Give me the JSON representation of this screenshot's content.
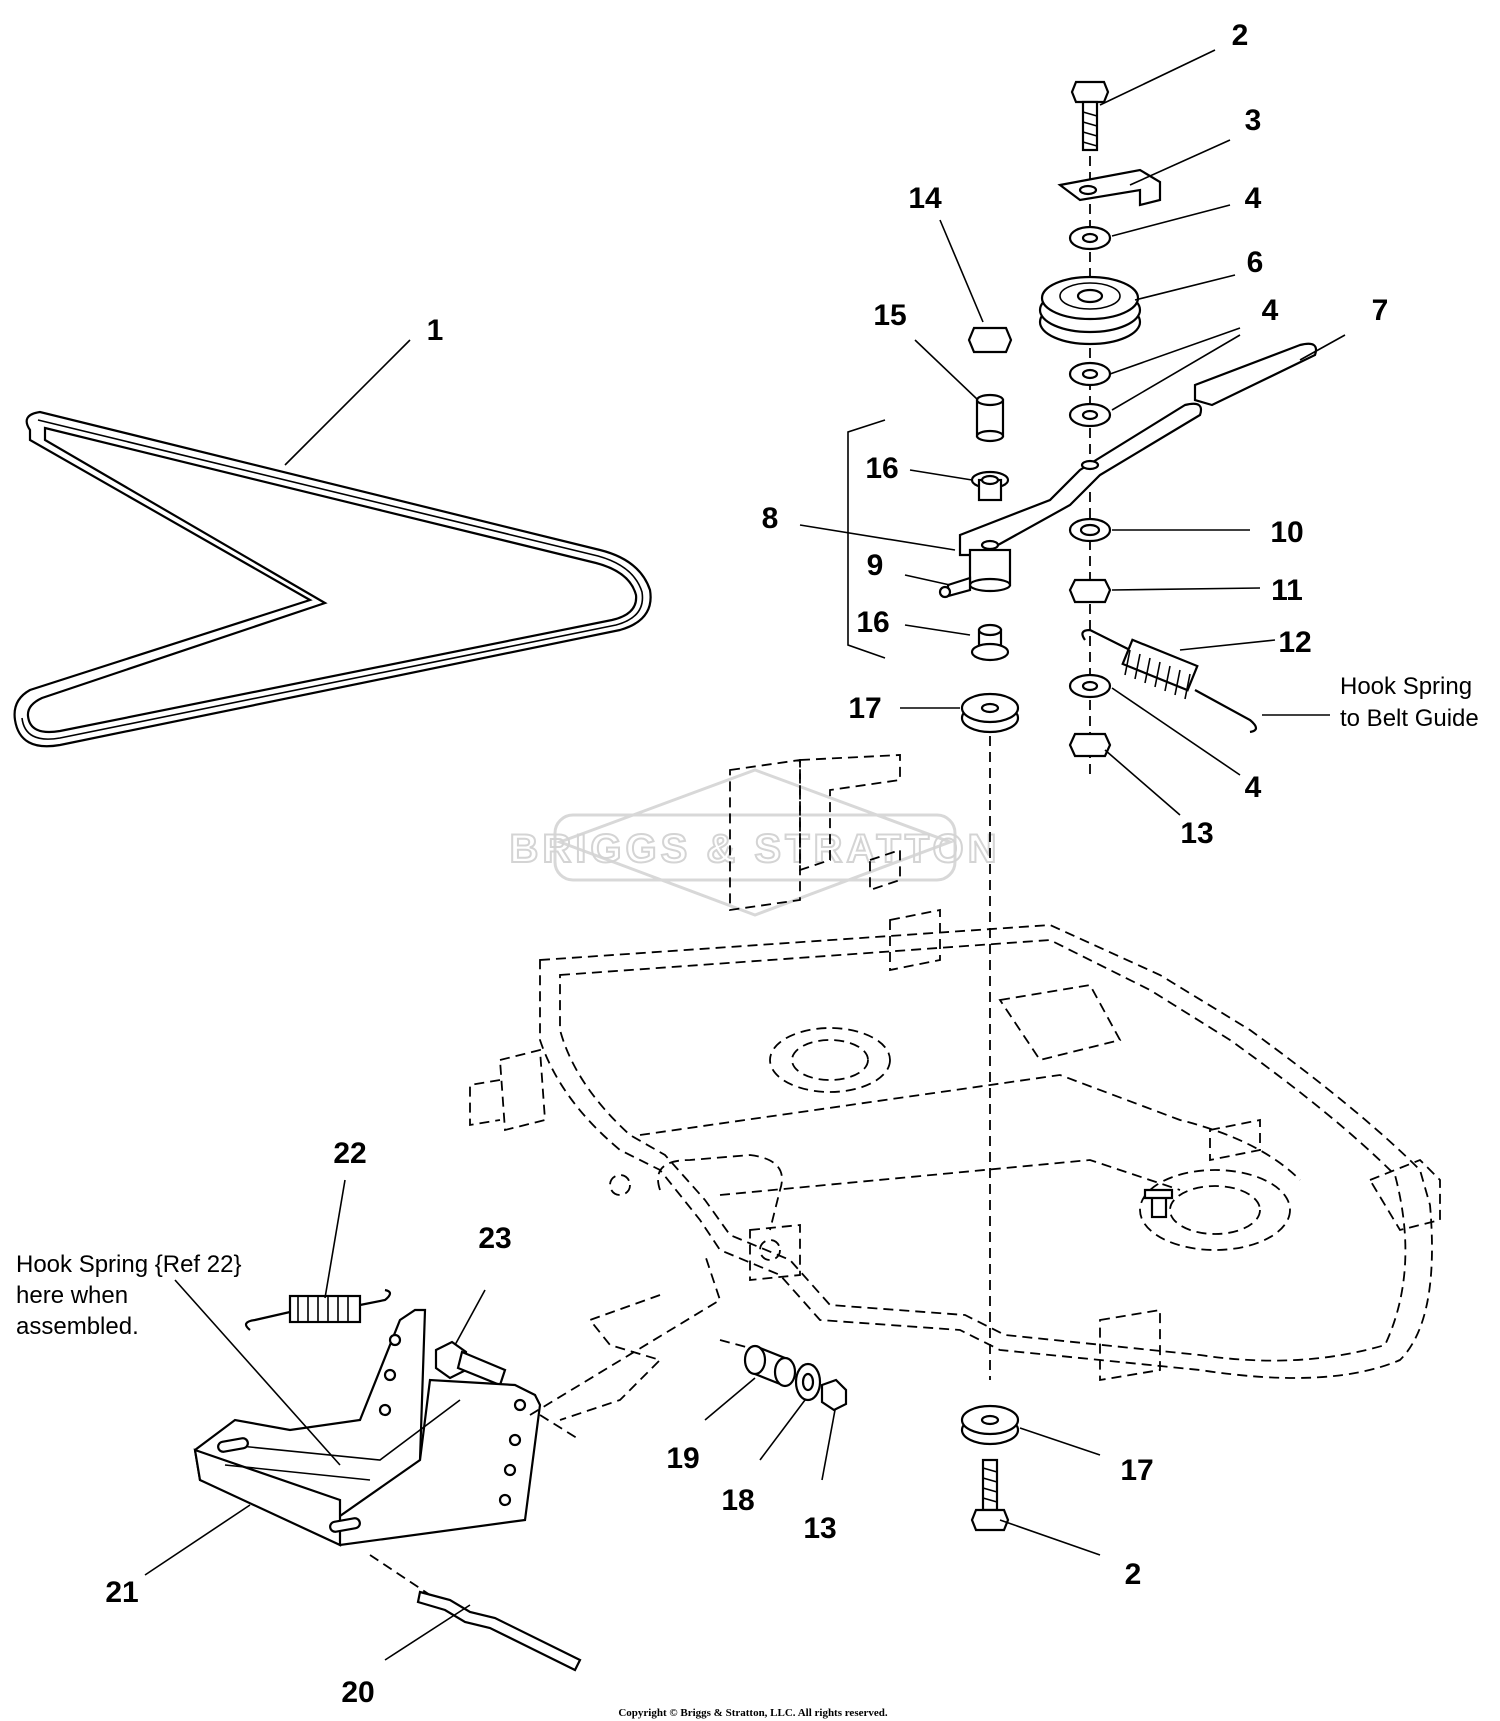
{
  "callouts": {
    "c1": "1",
    "c2_top": "2",
    "c2_bottom": "2",
    "c3": "3",
    "c4_a": "4",
    "c4_b": "4",
    "c4_c": "4",
    "c6": "6",
    "c7": "7",
    "c8": "8",
    "c9": "9",
    "c10": "10",
    "c11": "11",
    "c12": "12",
    "c13_a": "13",
    "c13_b": "13",
    "c14": "14",
    "c15": "15",
    "c16_a": "16",
    "c16_b": "16",
    "c17_a": "17",
    "c17_b": "17",
    "c18": "18",
    "c19": "19",
    "c20": "20",
    "c21": "21",
    "c22": "22",
    "c23": "23"
  },
  "notes": {
    "belt_guide_line1": "Hook Spring",
    "belt_guide_line2": "to Belt Guide",
    "hook22_line1": "Hook Spring {Ref 22}",
    "hook22_line2": "here when",
    "hook22_line3": "assembled."
  },
  "watermark": "BRIGGS & STRATTON",
  "copyright": "Copyright © Briggs & Stratton, LLC. All rights reserved."
}
